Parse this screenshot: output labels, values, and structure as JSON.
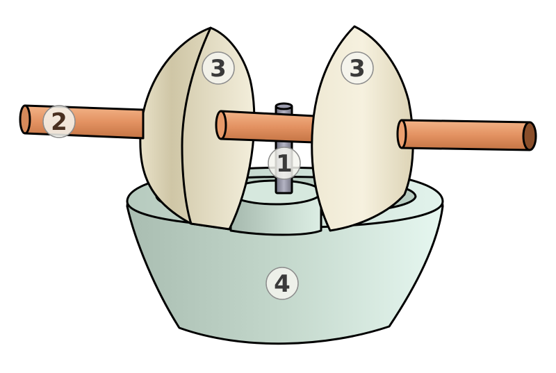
{
  "labels": {
    "vertical_shaft": "1",
    "horizontal_axle": "2",
    "millstone_left": "3",
    "millstone_right": "3",
    "basin": "4"
  },
  "colors": {
    "axle_light": "#f0a878",
    "axle_dark": "#c87848",
    "axle_end": "#8a4e2a",
    "stone_light": "#f2ecd8",
    "stone_dark": "#cfc6a6",
    "basin_light": "#e4f5ee",
    "basin_dark": "#9fb4a8",
    "shaft_light": "#b4b4c4",
    "shaft_dark": "#6e6e80",
    "label_text": "#3a3a3a",
    "label_text_2": "#4a3020"
  }
}
